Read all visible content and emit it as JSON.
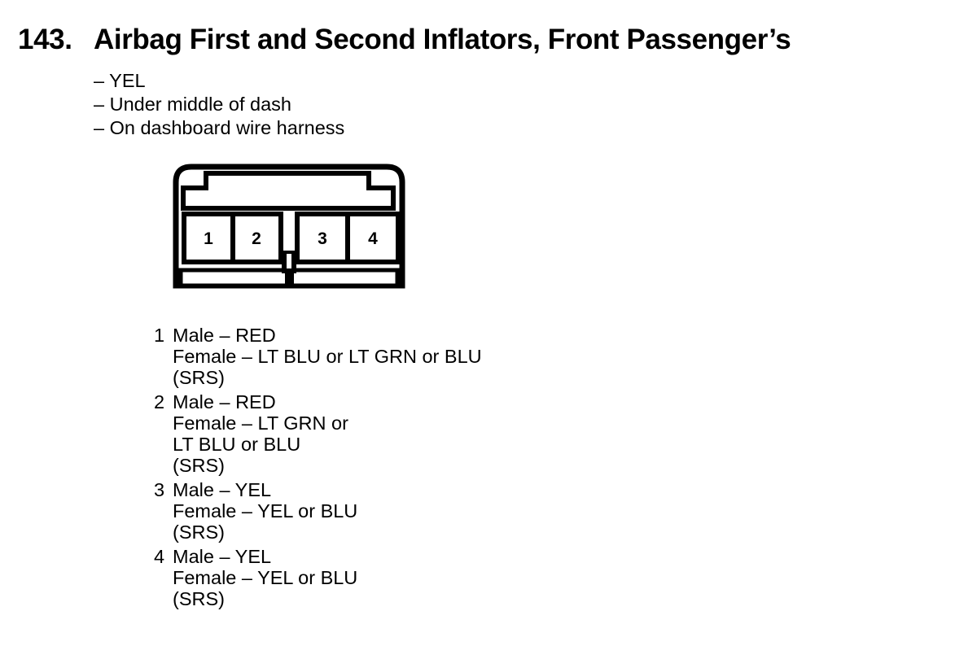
{
  "heading": {
    "number": "143.",
    "title": "Airbag First and Second Inflators, Front Passenger’s"
  },
  "notes": [
    "– YEL",
    "– Under middle of dash",
    "– On dashboard wire harness"
  ],
  "connector": {
    "pins": [
      "1",
      "2",
      "3",
      "4"
    ]
  },
  "legend": [
    {
      "pin": "1",
      "lines": [
        "Male – RED",
        "Female – LT BLU or LT GRN or BLU",
        "(SRS)"
      ]
    },
    {
      "pin": "2",
      "lines": [
        "Male – RED",
        "Female – LT GRN or",
        "LT BLU or BLU",
        "(SRS)"
      ]
    },
    {
      "pin": "3",
      "lines": [
        "Male – YEL",
        "Female – YEL or BLU",
        "(SRS)"
      ]
    },
    {
      "pin": "4",
      "lines": [
        "Male – YEL",
        "Female – YEL or BLU",
        "(SRS)"
      ]
    }
  ],
  "colors": {
    "ink": "#000000",
    "paper": "#ffffff"
  }
}
